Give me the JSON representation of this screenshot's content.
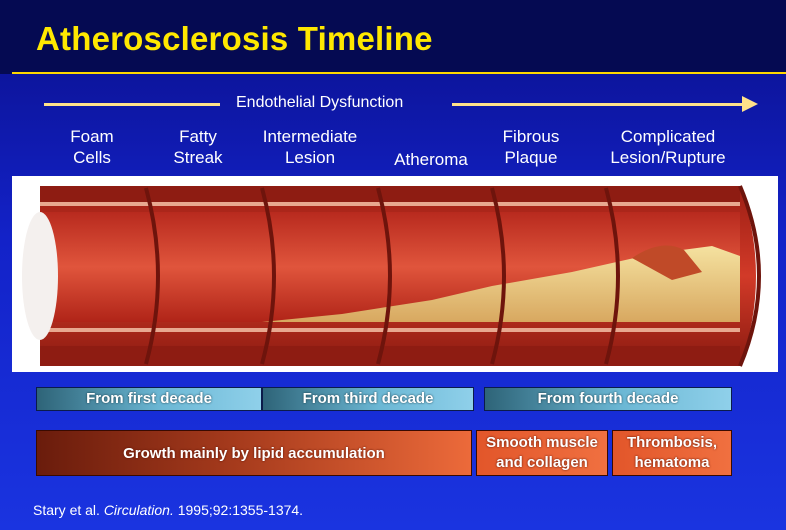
{
  "title": "Atherosclerosis Timeline",
  "timeline": {
    "label": "Endothelial Dysfunction"
  },
  "stages": [
    {
      "label": "Foam\nCells"
    },
    {
      "label": "Fatty\nStreak"
    },
    {
      "label": "Intermediate\nLesion"
    },
    {
      "label": "Atheroma"
    },
    {
      "label": "Fibrous\nPlaque"
    },
    {
      "label": "Complicated\nLesion/Rupture"
    }
  ],
  "onset": [
    {
      "label": "From first decade"
    },
    {
      "label": "From third decade"
    },
    {
      "label": "From fourth decade"
    }
  ],
  "growth": [
    {
      "label": "Growth mainly by lipid accumulation"
    },
    {
      "label": "Smooth muscle\nand collagen"
    },
    {
      "label": "Thrombosis,\nhematoma"
    }
  ],
  "citation": {
    "authors": "Stary et al.",
    "journal": "Circulation.",
    "ref": "1995;92:1355-1374."
  },
  "colors": {
    "title": "#ffe800",
    "background": "#1322c8",
    "arrow": "#ffe28a",
    "vessel_wall": "#c0281c",
    "plaque": "#f0d488"
  }
}
